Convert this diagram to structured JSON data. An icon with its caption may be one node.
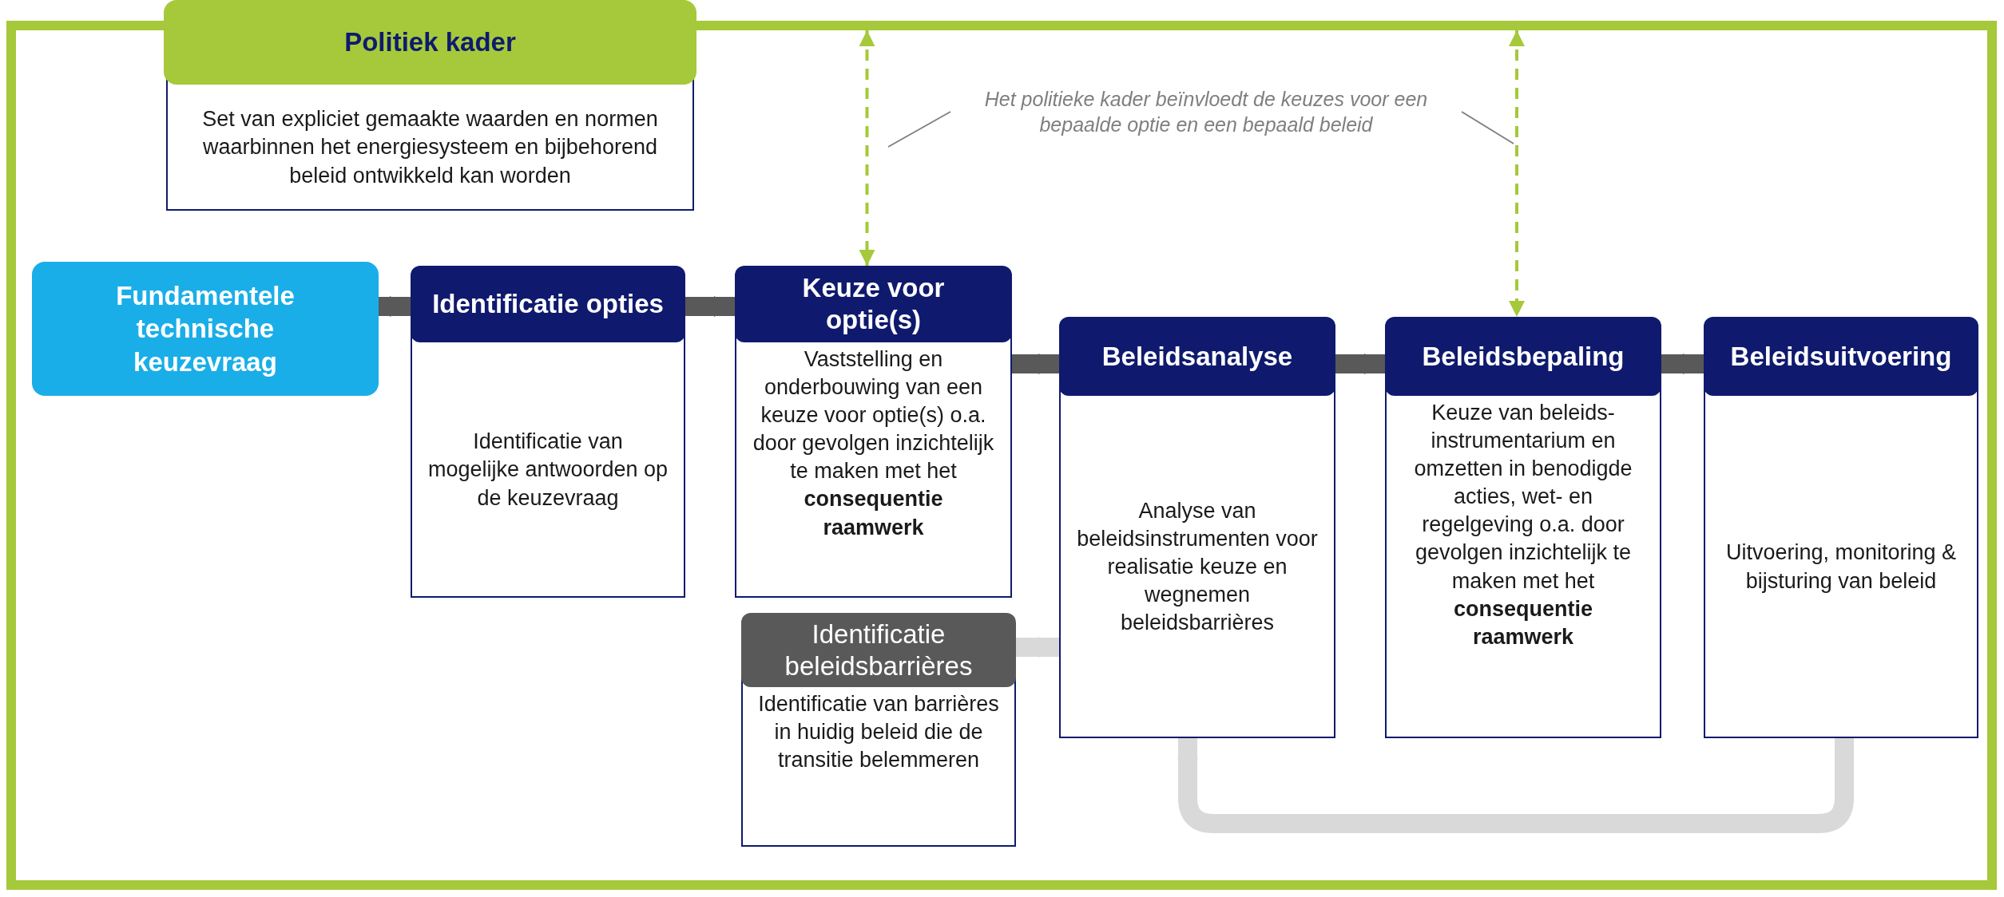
{
  "diagram": {
    "nodes": [
      {
        "text": [],
        "shape": "box"
      },
      {
        "text": [
          "Politiek kader",
          "Set van expliciet gemaakte waarden en normen waarbinnen het energiesysteem en bijbehorend beleid ontwikkeld kan worden"
        ],
        "in": 0
      },
      {
        "text": [
          "Fundamentele technische keuzevraag"
        ],
        "in": 0
      },
      {
        "text": [
          "Identificatie opties",
          "Identificatie van mogelijke antwoorden op de keuzevraag"
        ],
        "in": 0
      },
      {
        "text": [
          "Keuze voor optie(s)",
          "Vaststelling en onderbouwing van een keuze voor optie(s) o.a. door gevolgen inzichtelijk te maken met het **consequentie raamwerk**"
        ],
        "in": 0
      },
      {
        "text": [
          "Identificatie beleidsbarrières",
          "Identificatie van barrières in huidig beleid die de transitie belemmeren"
        ],
        "in": 0
      },
      {
        "text": [
          "Beleidsanalyse",
          "Analyse van beleidsinstrumenten voor realisatie keuze en wegnemen beleidsbarrières"
        ],
        "in": 0
      },
      {
        "text": [
          "Beleidsbepaling",
          "Keuze van beleids- instrumentarium en omzetten in benodigde acties, wet- en regelgeving o.a. door gevolgen inzichtelijk te maken met het **consequentie raamwerk**"
        ],
        "in": 0
      },
      {
        "text": [
          "Beleidsuitvoering",
          "Uitvoering, monitoring & bijsturing van beleid"
        ],
        "in": 0
      },
      {
        "text": [
          "Het politieke kader beïnvloedt de keuzes voor een bepaalde optie en een bepaald beleid"
        ],
        "in": 0
      }
    ],
    "edges": [
      {
        "from": 2,
        "to": 3,
        "arrow": "to"
      },
      {
        "from": 3,
        "to": 4,
        "arrow": "to"
      },
      {
        "from": 4,
        "to": 6,
        "arrow": "to"
      },
      {
        "from": 6,
        "to": 7,
        "arrow": "to"
      },
      {
        "from": 7,
        "to": 8,
        "arrow": "to"
      },
      {
        "from": 5,
        "to": 6,
        "arrow": "to",
        "color": "#d9d9d9"
      },
      {
        "from": 8,
        "to": 6,
        "arrow": "to",
        "color": "#d9d9d9"
      },
      {
        "from": 0,
        "to": 4,
        "arrow": "both",
        "style": "dashed",
        "color": "#a5c93a"
      },
      {
        "from": 0,
        "to": 7,
        "arrow": "both",
        "style": "dashed",
        "color": "#a5c93a"
      },
      {
        "from": 9,
        "to": null,
        "arrow": "none",
        "color": "#808080"
      },
      {
        "from": 9,
        "to": null,
        "arrow": "none",
        "color": "#808080"
      }
    ]
  }
}
